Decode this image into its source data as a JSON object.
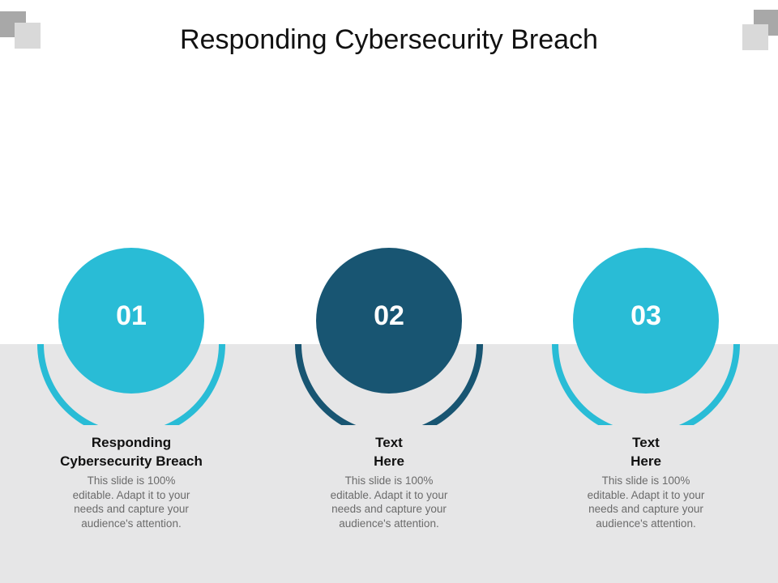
{
  "title": "Responding Cybersecurity Breach",
  "steps": [
    {
      "number": "01",
      "heading_line1": "Responding",
      "heading_line2": "Cybersecurity Breach",
      "body": "This slide is 100% editable. Adapt it to your needs and capture your audience's attention.",
      "color": "#29bcd6"
    },
    {
      "number": "02",
      "heading_line1": "Text",
      "heading_line2": "Here",
      "body": "This slide is 100% editable. Adapt it to your needs and capture your audience's attention.",
      "color": "#185572"
    },
    {
      "number": "03",
      "heading_line1": "Text",
      "heading_line2": "Here",
      "body": "This slide is 100% editable. Adapt it to your needs and capture your audience's attention.",
      "color": "#29bcd6"
    }
  ],
  "colors": {
    "band": "#e6e6e7",
    "corner_dark": "#a8a8a8",
    "corner_light": "#d9d9d9"
  }
}
